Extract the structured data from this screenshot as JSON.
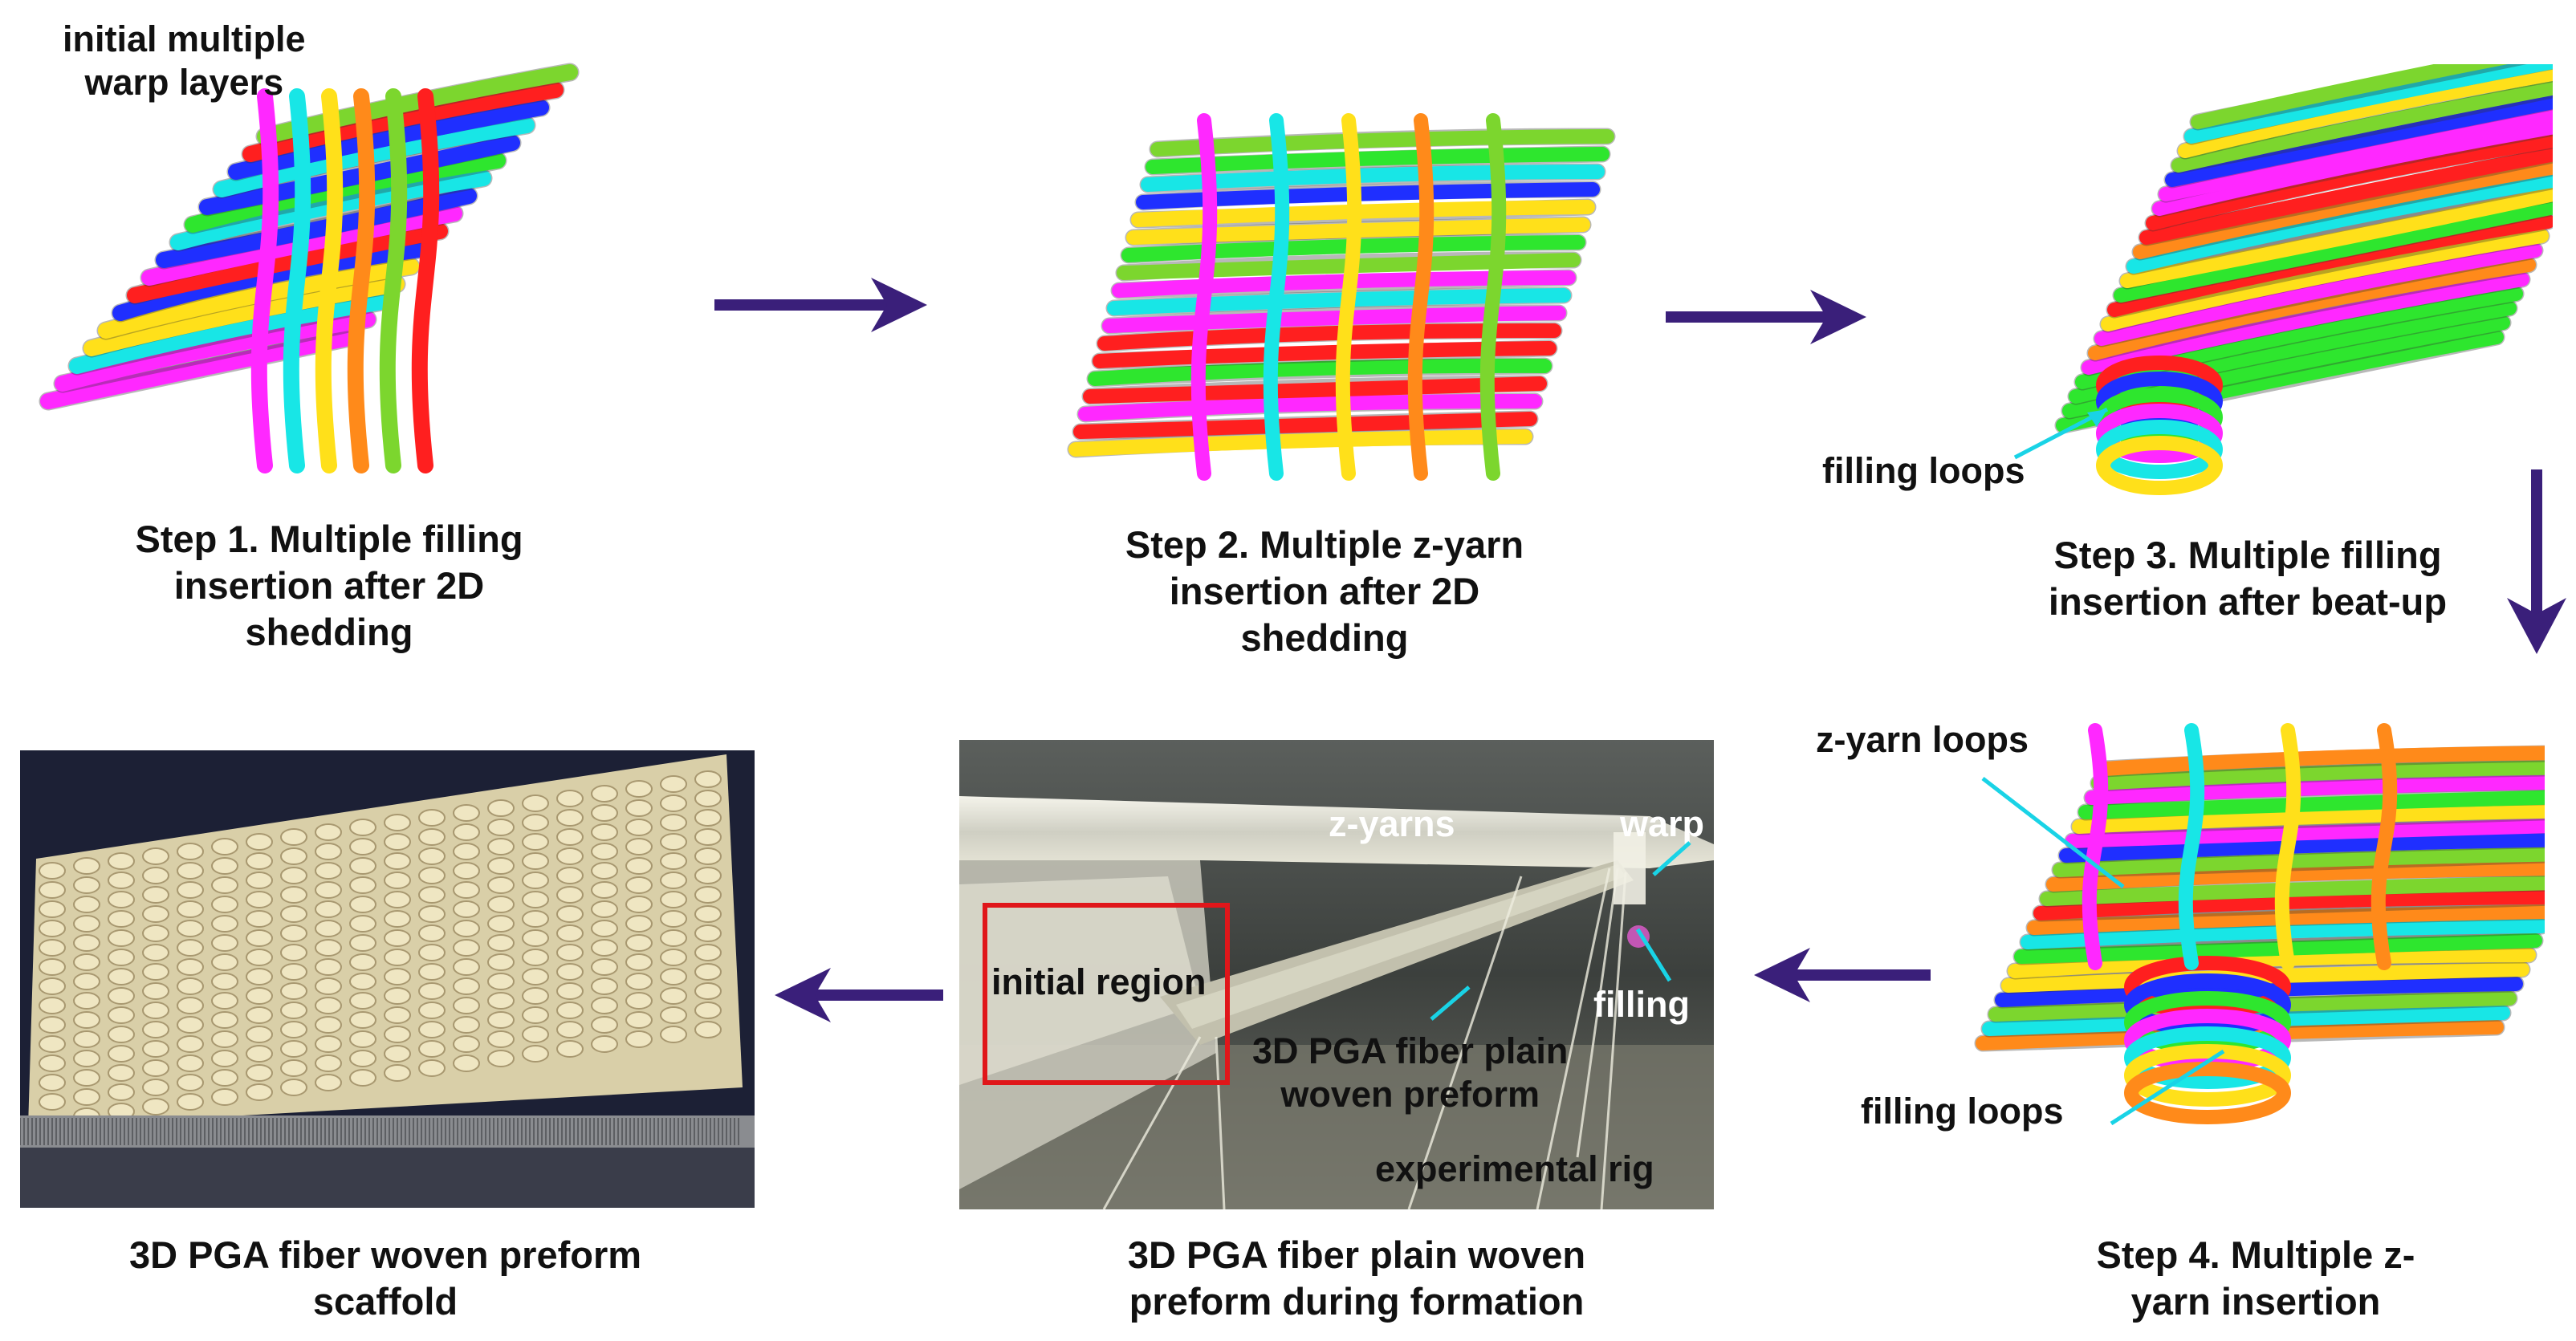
{
  "steps": [
    {
      "caption": "Step 1. Multiple filling\ninsertion after 2D\nshedding"
    },
    {
      "caption": "Step 2. Multiple z-yarn\ninsertion after 2D\nshedding"
    },
    {
      "caption": "Step 3. Multiple filling\ninsertion after beat-up"
    },
    {
      "caption": "Step 4. Multiple z-\nyarn insertion"
    }
  ],
  "bottom_captions": {
    "scaffold": "3D PGA fiber woven preform\nscaffold",
    "formation": "3D PGA fiber plain woven\npreform during formation"
  },
  "annotations": {
    "warp_layers": "initial multiple\nwarp layers",
    "filling_loops_step3": "filling loops",
    "zyarn_loops": "z-yarn loops",
    "filling_loops_step4": "filling loops",
    "z_yarns": "z-yarns",
    "warp": "warp",
    "filling": "filling",
    "initial_region": "initial region",
    "plain_woven_preform": "3D PGA fiber plain\nwoven preform",
    "experimental_rig": "experimental rig"
  },
  "colors": {
    "flow_arrow": "#3a1f7a",
    "callout_line": "#19d3e6",
    "highlight_box": "#e0161a",
    "yarn_palette": [
      "#ff1f1f",
      "#1f2fff",
      "#2ee62e",
      "#ff28ff",
      "#18e6e6",
      "#ffe01a",
      "#ff8a1a",
      "#7cd62e"
    ]
  }
}
